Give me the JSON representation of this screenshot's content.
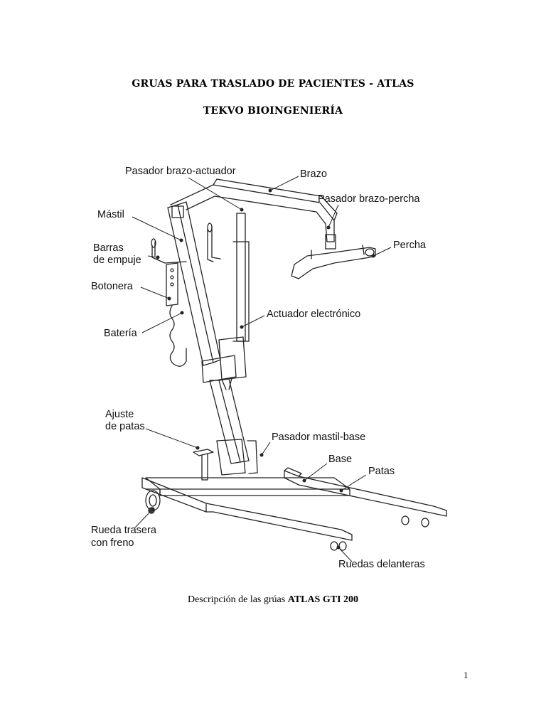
{
  "document": {
    "title": "GRUAS PARA TRASLADO DE PACIENTES - ATLAS",
    "subtitle": "TEKVO BIOINGENIERÍA",
    "caption_prefix": "Descripción de las grúas",
    "caption_model": "ATLAS GTI 200",
    "page_number": "1"
  },
  "labels": {
    "pasador_brazo_actuador": "Pasador brazo-actuador",
    "brazo": "Brazo",
    "pasador_brazo_percha": "Pasador brazo-percha",
    "mastil": "Mástil",
    "barras_1": "Barras",
    "barras_2": "de empuje",
    "percha": "Percha",
    "botonera": "Botonera",
    "actuador": "Actuador electrónico",
    "bateria": "Batería",
    "ajuste_1": "Ajuste",
    "ajuste_2": "de patas",
    "pasador_mastil_base": "Pasador mastil-base",
    "base": "Base",
    "patas": "Patas",
    "rueda_1": "Rueda trasera",
    "rueda_2": "con freno",
    "ruedas_delanteras": "Ruedas delanteras"
  }
}
